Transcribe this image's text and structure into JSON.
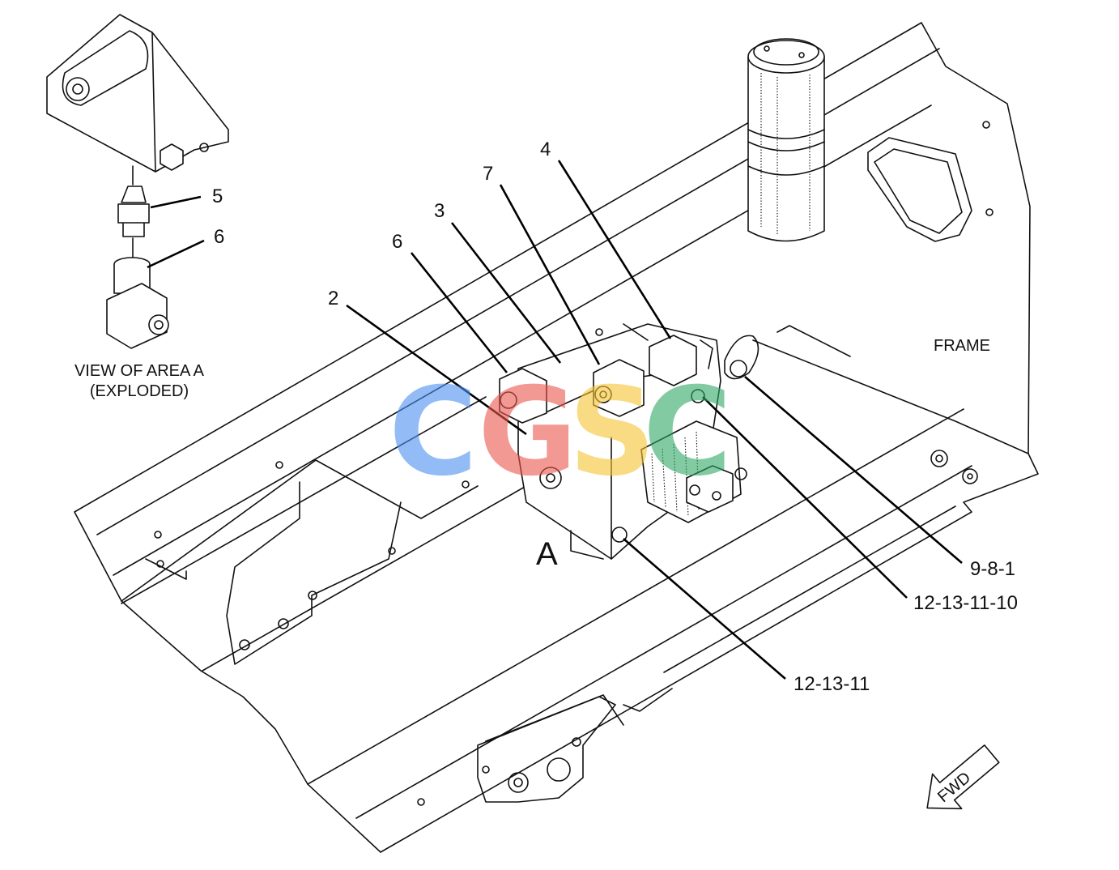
{
  "callouts": {
    "c4": "4",
    "c7": "7",
    "c3": "3",
    "c6": "6",
    "c2": "2",
    "c5_detail": "5",
    "c6_detail": "6",
    "c9_8_1": "9-8-1",
    "c12_13_11_10": "12-13-11-10",
    "c12_13_11": "12-13-11"
  },
  "labels": {
    "frame": "FRAME",
    "area_a": "A",
    "view_line1": "VIEW OF AREA A",
    "view_line2": "(EXPLODED)",
    "fwd": "FWD"
  },
  "watermark": {
    "letters": [
      "C",
      "G",
      "S",
      "C"
    ],
    "colors": [
      "#4d8ef0",
      "#e8564a",
      "#f5c431",
      "#2ea865"
    ]
  },
  "colors": {
    "line": "#111111",
    "background": "#ffffff"
  }
}
